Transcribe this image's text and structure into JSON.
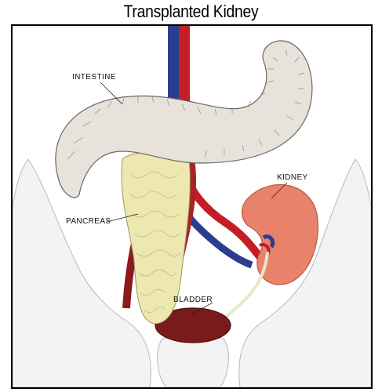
{
  "title": "Transplanted Kidney",
  "labels": {
    "intestine": "INTESTINE",
    "kidney": "KIDNEY",
    "pancreas": "PANCREAS",
    "bladder": "BLADDER"
  },
  "colors": {
    "aorta": "#c41e24",
    "vena_cava": "#2a3d8f",
    "kidney": "#e8826a",
    "bladder": "#7b1a1a",
    "pancreas": "#ece8b0",
    "intestine": "#e8e2dc",
    "pelvis": "#f2f2f2"
  }
}
